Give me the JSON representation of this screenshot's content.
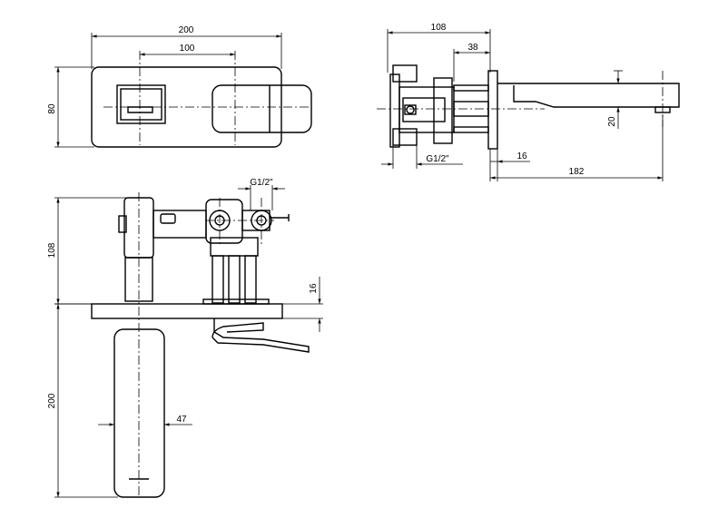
{
  "dimensions": {
    "front_width": "200",
    "front_spacing": "100",
    "front_height": "80",
    "side_depth": "108",
    "side_38": "38",
    "side_thread": "G1/2\"",
    "side_16": "16",
    "side_182": "182",
    "side_20": "20",
    "top_thread": "G1/2\"",
    "top_108": "108",
    "top_16": "16",
    "top_200": "200",
    "top_47": "47"
  }
}
